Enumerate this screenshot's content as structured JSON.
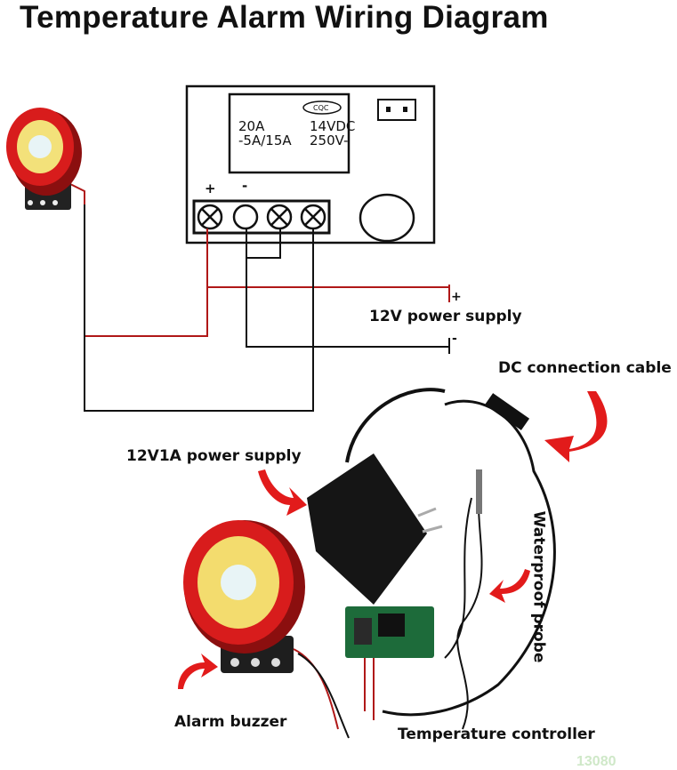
{
  "title": "Temperature Alarm Wiring Diagram",
  "relay": {
    "line1_left": "20A",
    "line2_left": "-5A/15A",
    "line1_right": "14VDC",
    "line2_right": "250V-",
    "logo": "CQC"
  },
  "terminals": {
    "plus": "+",
    "minus": "-"
  },
  "supply": {
    "label": "12V power supply",
    "plus": "+",
    "minus": "-"
  },
  "labels": {
    "dc_cable": "DC connection cable",
    "adapter": "12V1A power supply",
    "probe": "Waterproof probe",
    "buzzer": "Alarm buzzer",
    "controller": "Temperature controller"
  },
  "watermark": "13080"
}
